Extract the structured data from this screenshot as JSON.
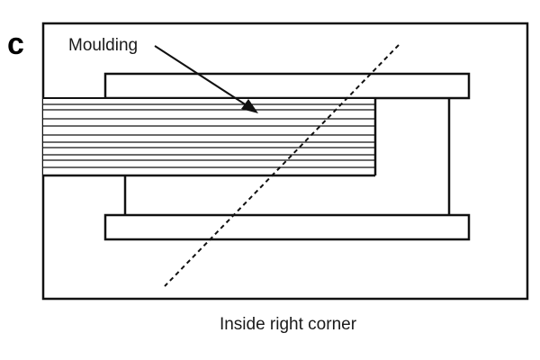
{
  "figure": {
    "panel_letter": "c",
    "callout_label": "Moulding",
    "caption": "Inside right corner"
  },
  "colors": {
    "stroke": "#111111",
    "background": "#ffffff"
  }
}
